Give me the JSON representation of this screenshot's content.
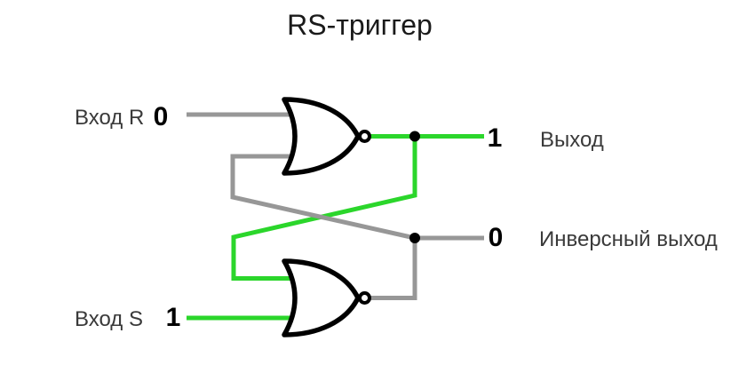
{
  "title": "RS-триггер",
  "colors": {
    "active": "#2bd62b",
    "inactive": "#979797",
    "gate_outline": "#000000",
    "label_text": "#3a3a3a",
    "value_text": "#000000",
    "background": "#ffffff"
  },
  "inputs": {
    "r": {
      "label": "Вход R",
      "value": "0"
    },
    "s": {
      "label": "Вход S",
      "value": "1"
    }
  },
  "outputs": {
    "q": {
      "label": "Выход",
      "value": "1"
    },
    "q_inverse": {
      "label": "Инверсный выход",
      "value": "0"
    }
  }
}
